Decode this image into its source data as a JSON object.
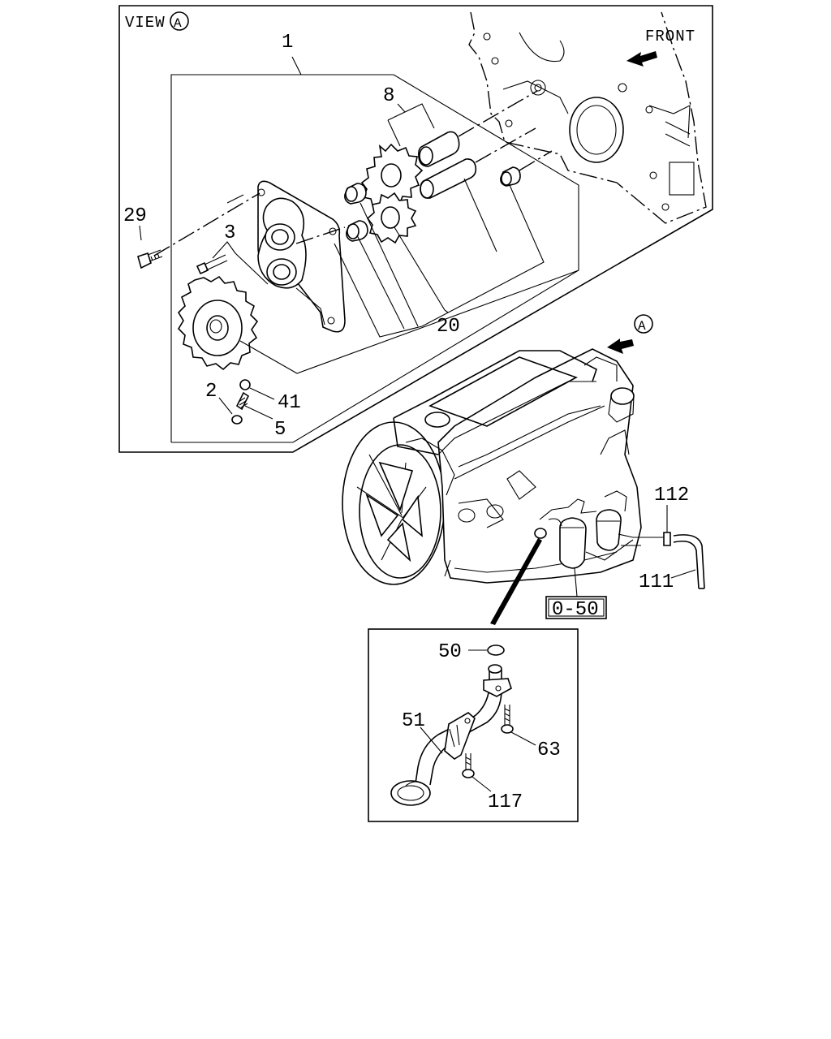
{
  "view_header": {
    "text": "VIEW",
    "circle_letter": "A"
  },
  "front_label": "FRONT",
  "view_marker": {
    "circle_letter": "A"
  },
  "ref_box": "0-50",
  "callouts": {
    "c1": "1",
    "c8": "8",
    "c29": "29",
    "c3": "3",
    "c20": "20",
    "c2": "2",
    "c41": "41",
    "c5": "5",
    "c112": "112",
    "c111": "111",
    "c50": "50",
    "c51": "51",
    "c63": "63",
    "c117": "117"
  }
}
